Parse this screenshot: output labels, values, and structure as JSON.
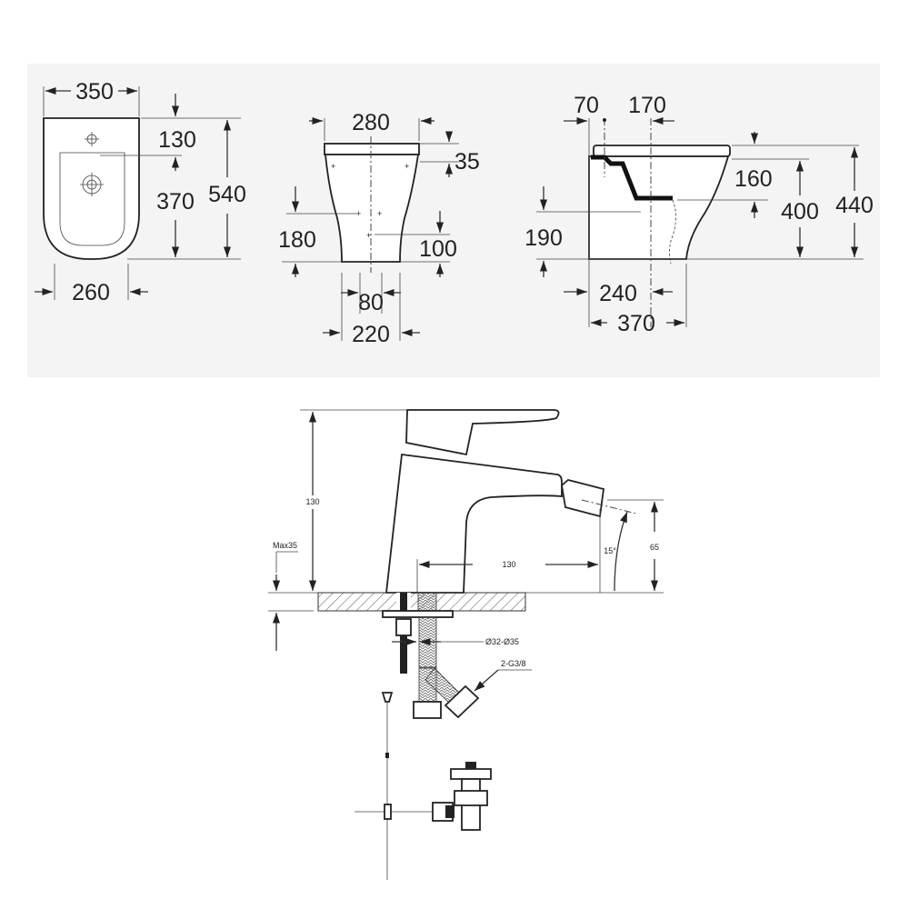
{
  "colors": {
    "panel_bg": "#f4f4f4",
    "line": "#222222"
  },
  "bidet_top_view": {
    "width": "350",
    "hole_offset": "130",
    "drain_offset": "370",
    "depth": "540",
    "base_width": "260"
  },
  "bidet_front_view": {
    "top_width": "280",
    "top_offset": "35",
    "inlet_height": "180",
    "fixing_height": "100",
    "fixing_spacing": "80",
    "base_width": "220"
  },
  "bidet_side_view": {
    "tap_offset": "70",
    "axis_offset": "170",
    "rim_depth": "160",
    "bowl_height": "400",
    "total_height": "440",
    "drain_height": "190",
    "base_depth": "240",
    "total_depth": "370"
  },
  "faucet": {
    "height": "130",
    "deck_thickness": "Max35",
    "reach": "130",
    "spray_angle": "15°",
    "outlet_height": "65",
    "hole_diameter": "Ø32-Ø35",
    "connection": "2-G3/8"
  }
}
